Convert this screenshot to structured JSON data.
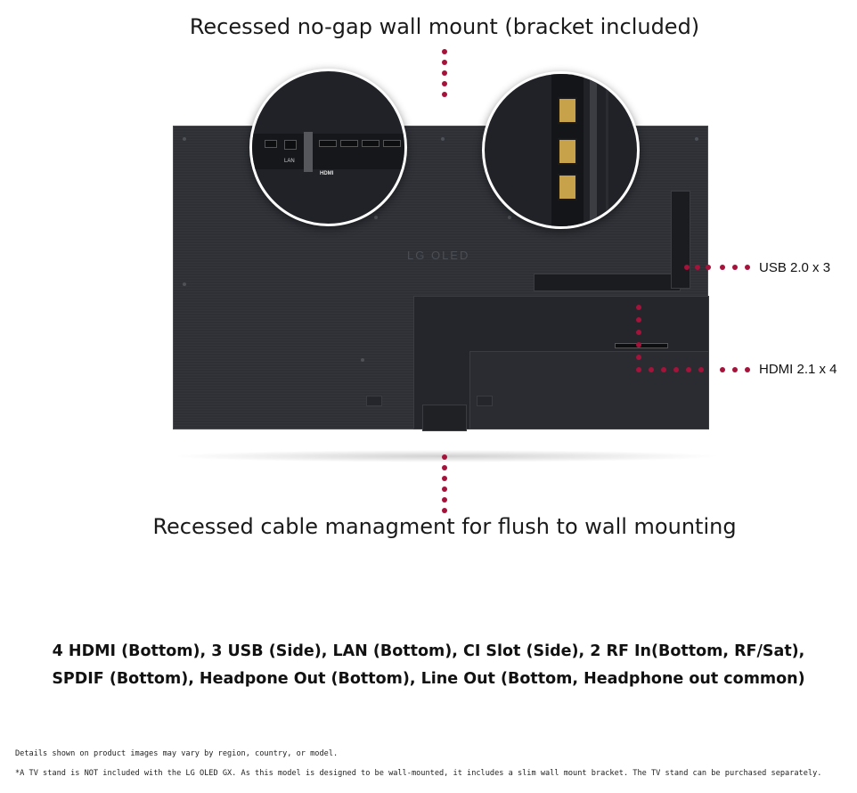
{
  "headline_top": "Recessed no-gap wall mount (bracket included)",
  "headline_bottom": "Recessed cable managment for flush to wall mounting",
  "callouts": {
    "usb": "USB 2.0 x 3",
    "hdmi": "HDMI 2.1 x 4"
  },
  "tv": {
    "logo": "LG OLED",
    "zoom_labels": [
      "LAN",
      "HDMI"
    ]
  },
  "specs": {
    "line1": "4 HDMI (Bottom), 3 USB (Side), LAN (Bottom), CI Slot (Side), 2 RF In(Bottom, RF/Sat),",
    "line2": "SPDIF (Bottom), Headpone Out (Bottom), Line Out (Bottom, Headphone out common)"
  },
  "disclaimers": {
    "line1": "Details shown on product images may vary by region, country, or model.",
    "line2": "*A TV stand is NOT included with the LG OLED GX. As this model is designed to be wall-mounted, it includes a slim wall mount bracket. The TV stand can be purchased separately."
  },
  "colors": {
    "accent_dot": "#a5123a",
    "tv_body": "#2e3036"
  }
}
